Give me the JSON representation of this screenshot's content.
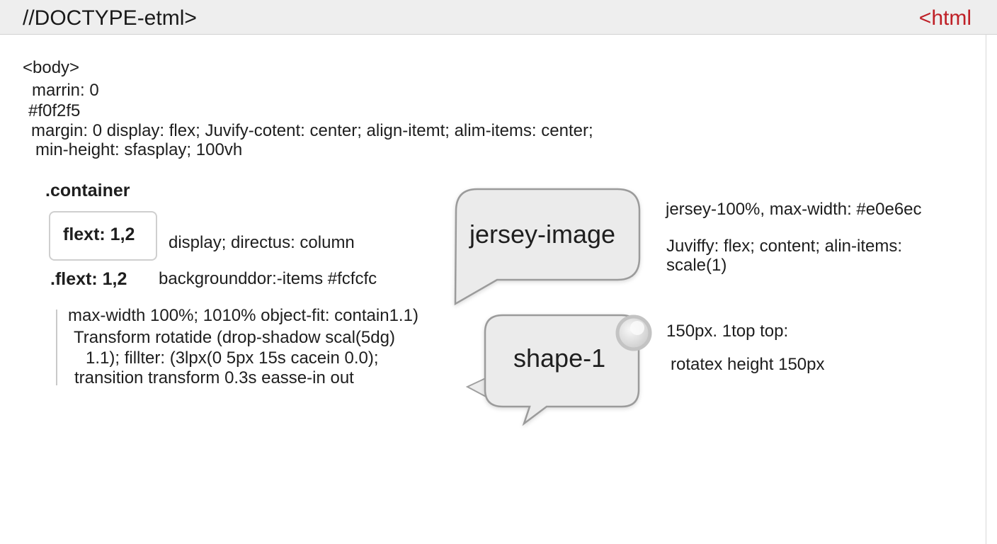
{
  "header": {
    "left_text": "//DOCTYPE-etml>",
    "right_text": "<html"
  },
  "body_block": {
    "tag": "<body>",
    "lines": [
      "marrin: 0",
      "#f0f2f5",
      "margin: 0 display: flex; Juvify-cotent: center; align-itemt; alim-items: center;",
      "min-height: sfasplay; 100vh"
    ]
  },
  "container_block": {
    "heading": ".container",
    "box_label": "flext: 1,2",
    "box_side_text": "display; directus: column",
    "flext_heading": ".flext: 1,2",
    "flext_side_text": "backgrounddor:-items #fcfcfc",
    "indented_lines": [
      "max-width 100%; 1010% object-fit: contain1.1)",
      "Transform rotatide (drop-shadow scal(5dg)",
      "1.1); fillter: (3lpx(0 5px 15s cacein 0.0);",
      "transition transform 0.3s easse-in out"
    ]
  },
  "bubbles": {
    "jersey_label": "jersey-image",
    "shape_label": "shape-1"
  },
  "right_notes": {
    "line1": "jersey-100%, max-width: #e0e6ec",
    "line2": "Juviffy: flex; content;  alin-items:",
    "line3": "scale(1)",
    "line4": "150px. 1top top:",
    "line5": "rotatex height 150px"
  },
  "colors": {
    "top_bar": "#eeeeee",
    "accent_red": "#bf2027",
    "bubble_fill": "#ebebeb",
    "bubble_stroke": "#9b9b9b"
  }
}
